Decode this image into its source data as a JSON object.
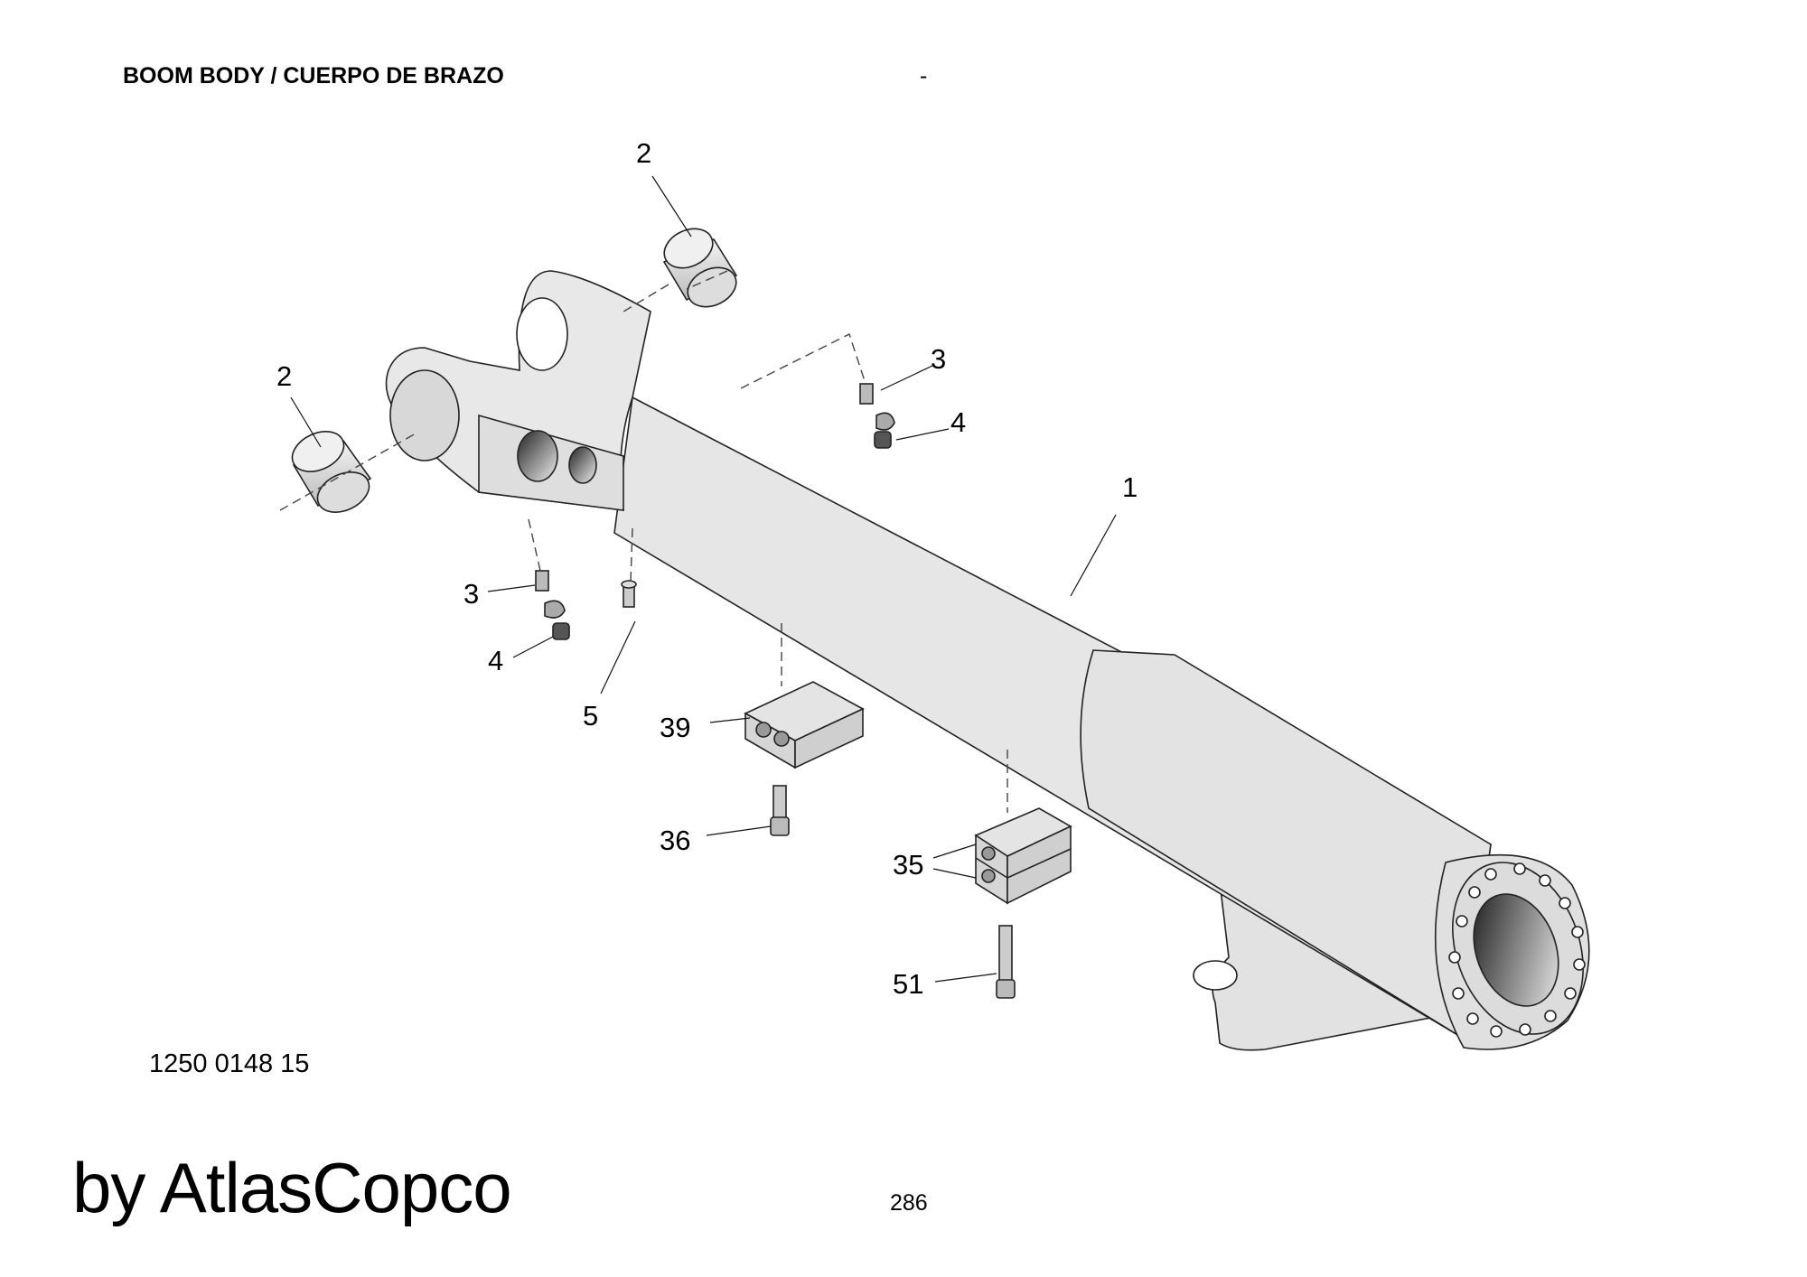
{
  "header": {
    "title": "BOOM BODY / CUERPO DE BRAZO",
    "dash": "-"
  },
  "callouts": {
    "c1": "1",
    "c2a": "2",
    "c2b": "2",
    "c3a": "3",
    "c3b": "3",
    "c4a": "4",
    "c4b": "4",
    "c5": "5",
    "c35": "35",
    "c36": "36",
    "c39": "39",
    "c51": "51"
  },
  "drawing_number": "1250 0148 15",
  "brand": "by AtlasCopco",
  "page_number": "286",
  "colors": {
    "part_fill": "#e6e6e6",
    "line": "#222222"
  }
}
